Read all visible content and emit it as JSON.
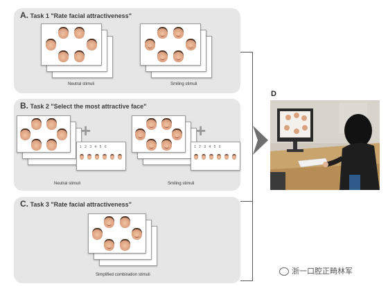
{
  "panel_a": {
    "letter": "A.",
    "title": "Task 1 \"Rate facial attractiveness\"",
    "captions": [
      "Neutral stimuli",
      "Smiling stimuli"
    ]
  },
  "panel_b": {
    "letter": "B.",
    "title": "Task 2 \"Select the most attractive face\"",
    "plus": "+",
    "captions": [
      "Neutral stimuli",
      "Smiling stimuli"
    ],
    "strip_numbers": "1  2  3  4  5  6"
  },
  "panel_c": {
    "letter": "C.",
    "title": "Task 3 \"Rate facial attractiveness\"",
    "caption": "Simplified combination stimuli"
  },
  "panel_d": {
    "letter": "D"
  },
  "watermark": "浙一口腔正畸林军",
  "colors": {
    "panel_bg": "#e6e6e6",
    "arrow": "#6f6f6f",
    "bracket": "#555555"
  }
}
